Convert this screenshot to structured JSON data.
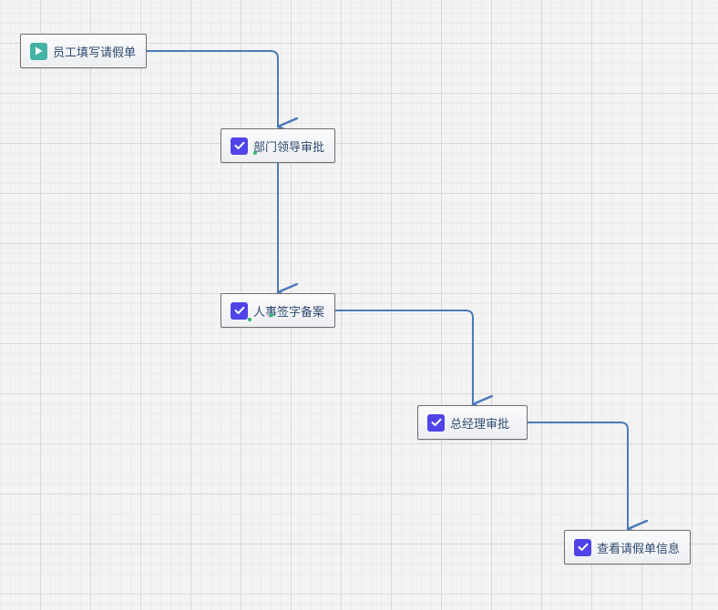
{
  "colors": {
    "edge": "#4d7ab8",
    "start_icon": "#44b3a6",
    "task_icon": "#5044e8",
    "label": "#2f4a6f"
  },
  "nodes": [
    {
      "id": "n1",
      "kind": "start",
      "label": "员工填写请假单",
      "icon": "play-icon"
    },
    {
      "id": "n2",
      "kind": "task",
      "label": "部门领导审批",
      "icon": "check-icon"
    },
    {
      "id": "n3",
      "kind": "task",
      "label": "人事签字备案",
      "icon": "check-icon"
    },
    {
      "id": "n4",
      "kind": "task",
      "label": "总经理审批",
      "icon": "check-icon"
    },
    {
      "id": "n5",
      "kind": "task",
      "label": "查看请假单信息",
      "icon": "check-icon"
    }
  ],
  "edges": [
    {
      "from": "n1",
      "to": "n2"
    },
    {
      "from": "n2",
      "to": "n3"
    },
    {
      "from": "n3",
      "to": "n4"
    },
    {
      "from": "n4",
      "to": "n5"
    }
  ]
}
